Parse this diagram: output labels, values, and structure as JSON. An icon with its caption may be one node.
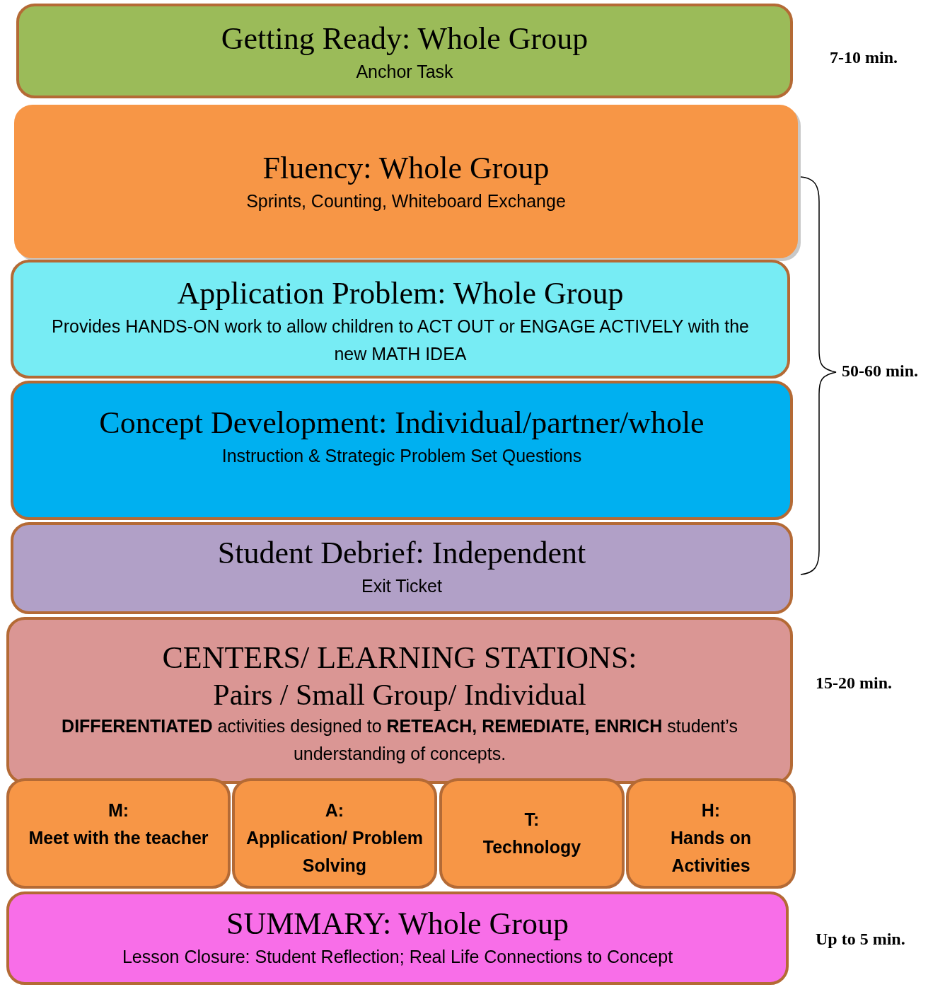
{
  "diagram": {
    "nodes": [
      {
        "text": [
          "Getting Ready: Whole Group",
          "Anchor Task"
        ],
        "beside": [
          "7-10 min."
        ]
      },
      {
        "text": [
          "Fluency: Whole Group",
          "Sprints, Counting, Whiteboard Exchange"
        ]
      },
      {
        "text": [
          "Application Problem: Whole Group",
          "Provides HANDS-ON work to allow children to ACT OUT or ENGAGE ACTIVELY with the new MATH IDEA"
        ]
      },
      {
        "text": [
          "Concept Development: Individual/partner/whole",
          "Instruction & Strategic Problem Set Questions"
        ]
      },
      {
        "text": [
          "Student Debrief: Independent",
          "Exit Ticket"
        ]
      },
      {
        "text": [
          "CENTERS/ LEARNING STATIONS:",
          "Pairs / Small Group/ Individual",
          "**DIFFERENTIATED** activities designed to **RETEACH, REMEDIATE, ENRICH** student’s understanding of concepts."
        ],
        "beside": [
          "15-20 min."
        ]
      },
      {
        "text": [
          "M:",
          "Meet with the teacher"
        ]
      },
      {
        "text": [
          "A:",
          "Application/ Problem Solving"
        ]
      },
      {
        "text": [
          "T:",
          "Technology"
        ]
      },
      {
        "text": [
          "H:",
          "Hands on Activities"
        ]
      },
      {
        "text": [
          "SUMMARY: Whole Group",
          "Lesson Closure: Student Reflection; Real Life Connections to Concept"
        ],
        "beside": [
          "Up to 5 min."
        ]
      }
    ],
    "labels": [
      "50-60 min."
    ]
  }
}
